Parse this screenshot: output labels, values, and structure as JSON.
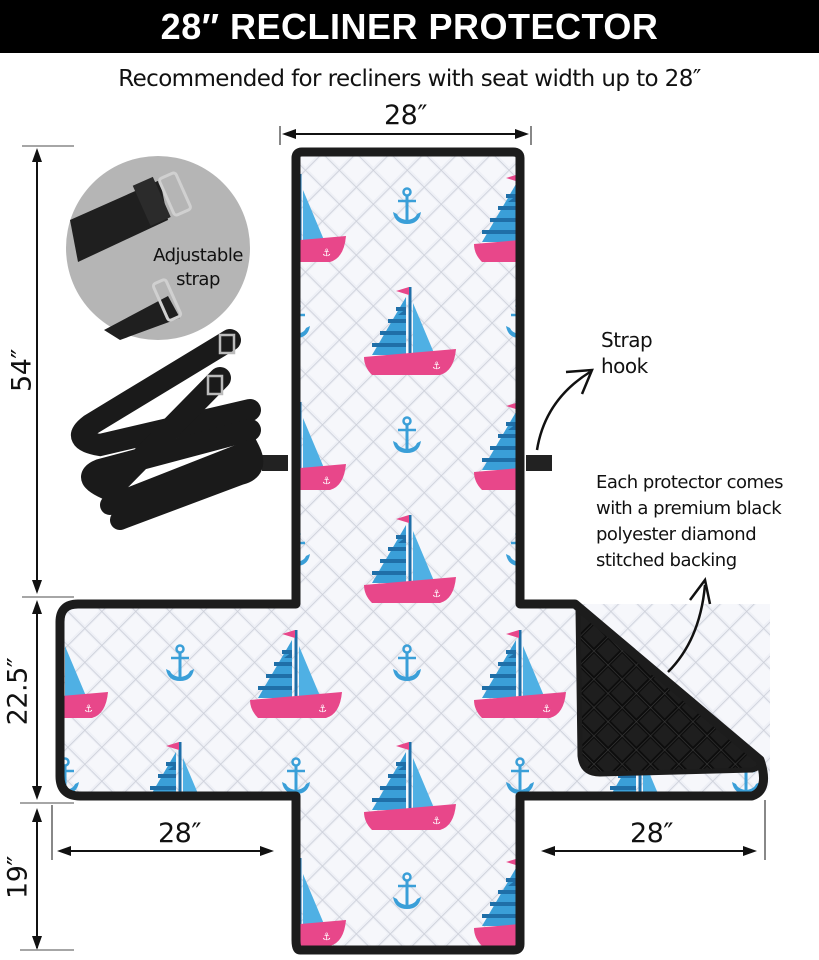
{
  "header": {
    "title": "28″ RECLINER PROTECTOR"
  },
  "subtitle": "Recommended for recliners with seat width up to 28″",
  "dimensions": {
    "top_width": "28″",
    "backrest_height": "54″",
    "seat_height": "22.5″",
    "footrest_height": "19″",
    "left_arm_width": "28″",
    "right_arm_width": "28″"
  },
  "callouts": {
    "strap": "Adjustable strap",
    "strap_line1": "Adjustable",
    "strap_line2": "strap",
    "hook_line1": "Strap",
    "hook_line2": "hook",
    "backing_lines": [
      "Each protector comes",
      "with a premium black",
      "polyester diamond",
      "stitched backing"
    ]
  },
  "colors": {
    "border": "#1c1c1c",
    "fabric": "#eef0f6",
    "quilt_line": "#c9ccd6",
    "sail_blue": "#3a9fd8",
    "sail_dark": "#1f6fa8",
    "hull_pink": "#e8478a",
    "anchor_blue": "#3a9fd8",
    "backing": "#111111"
  }
}
